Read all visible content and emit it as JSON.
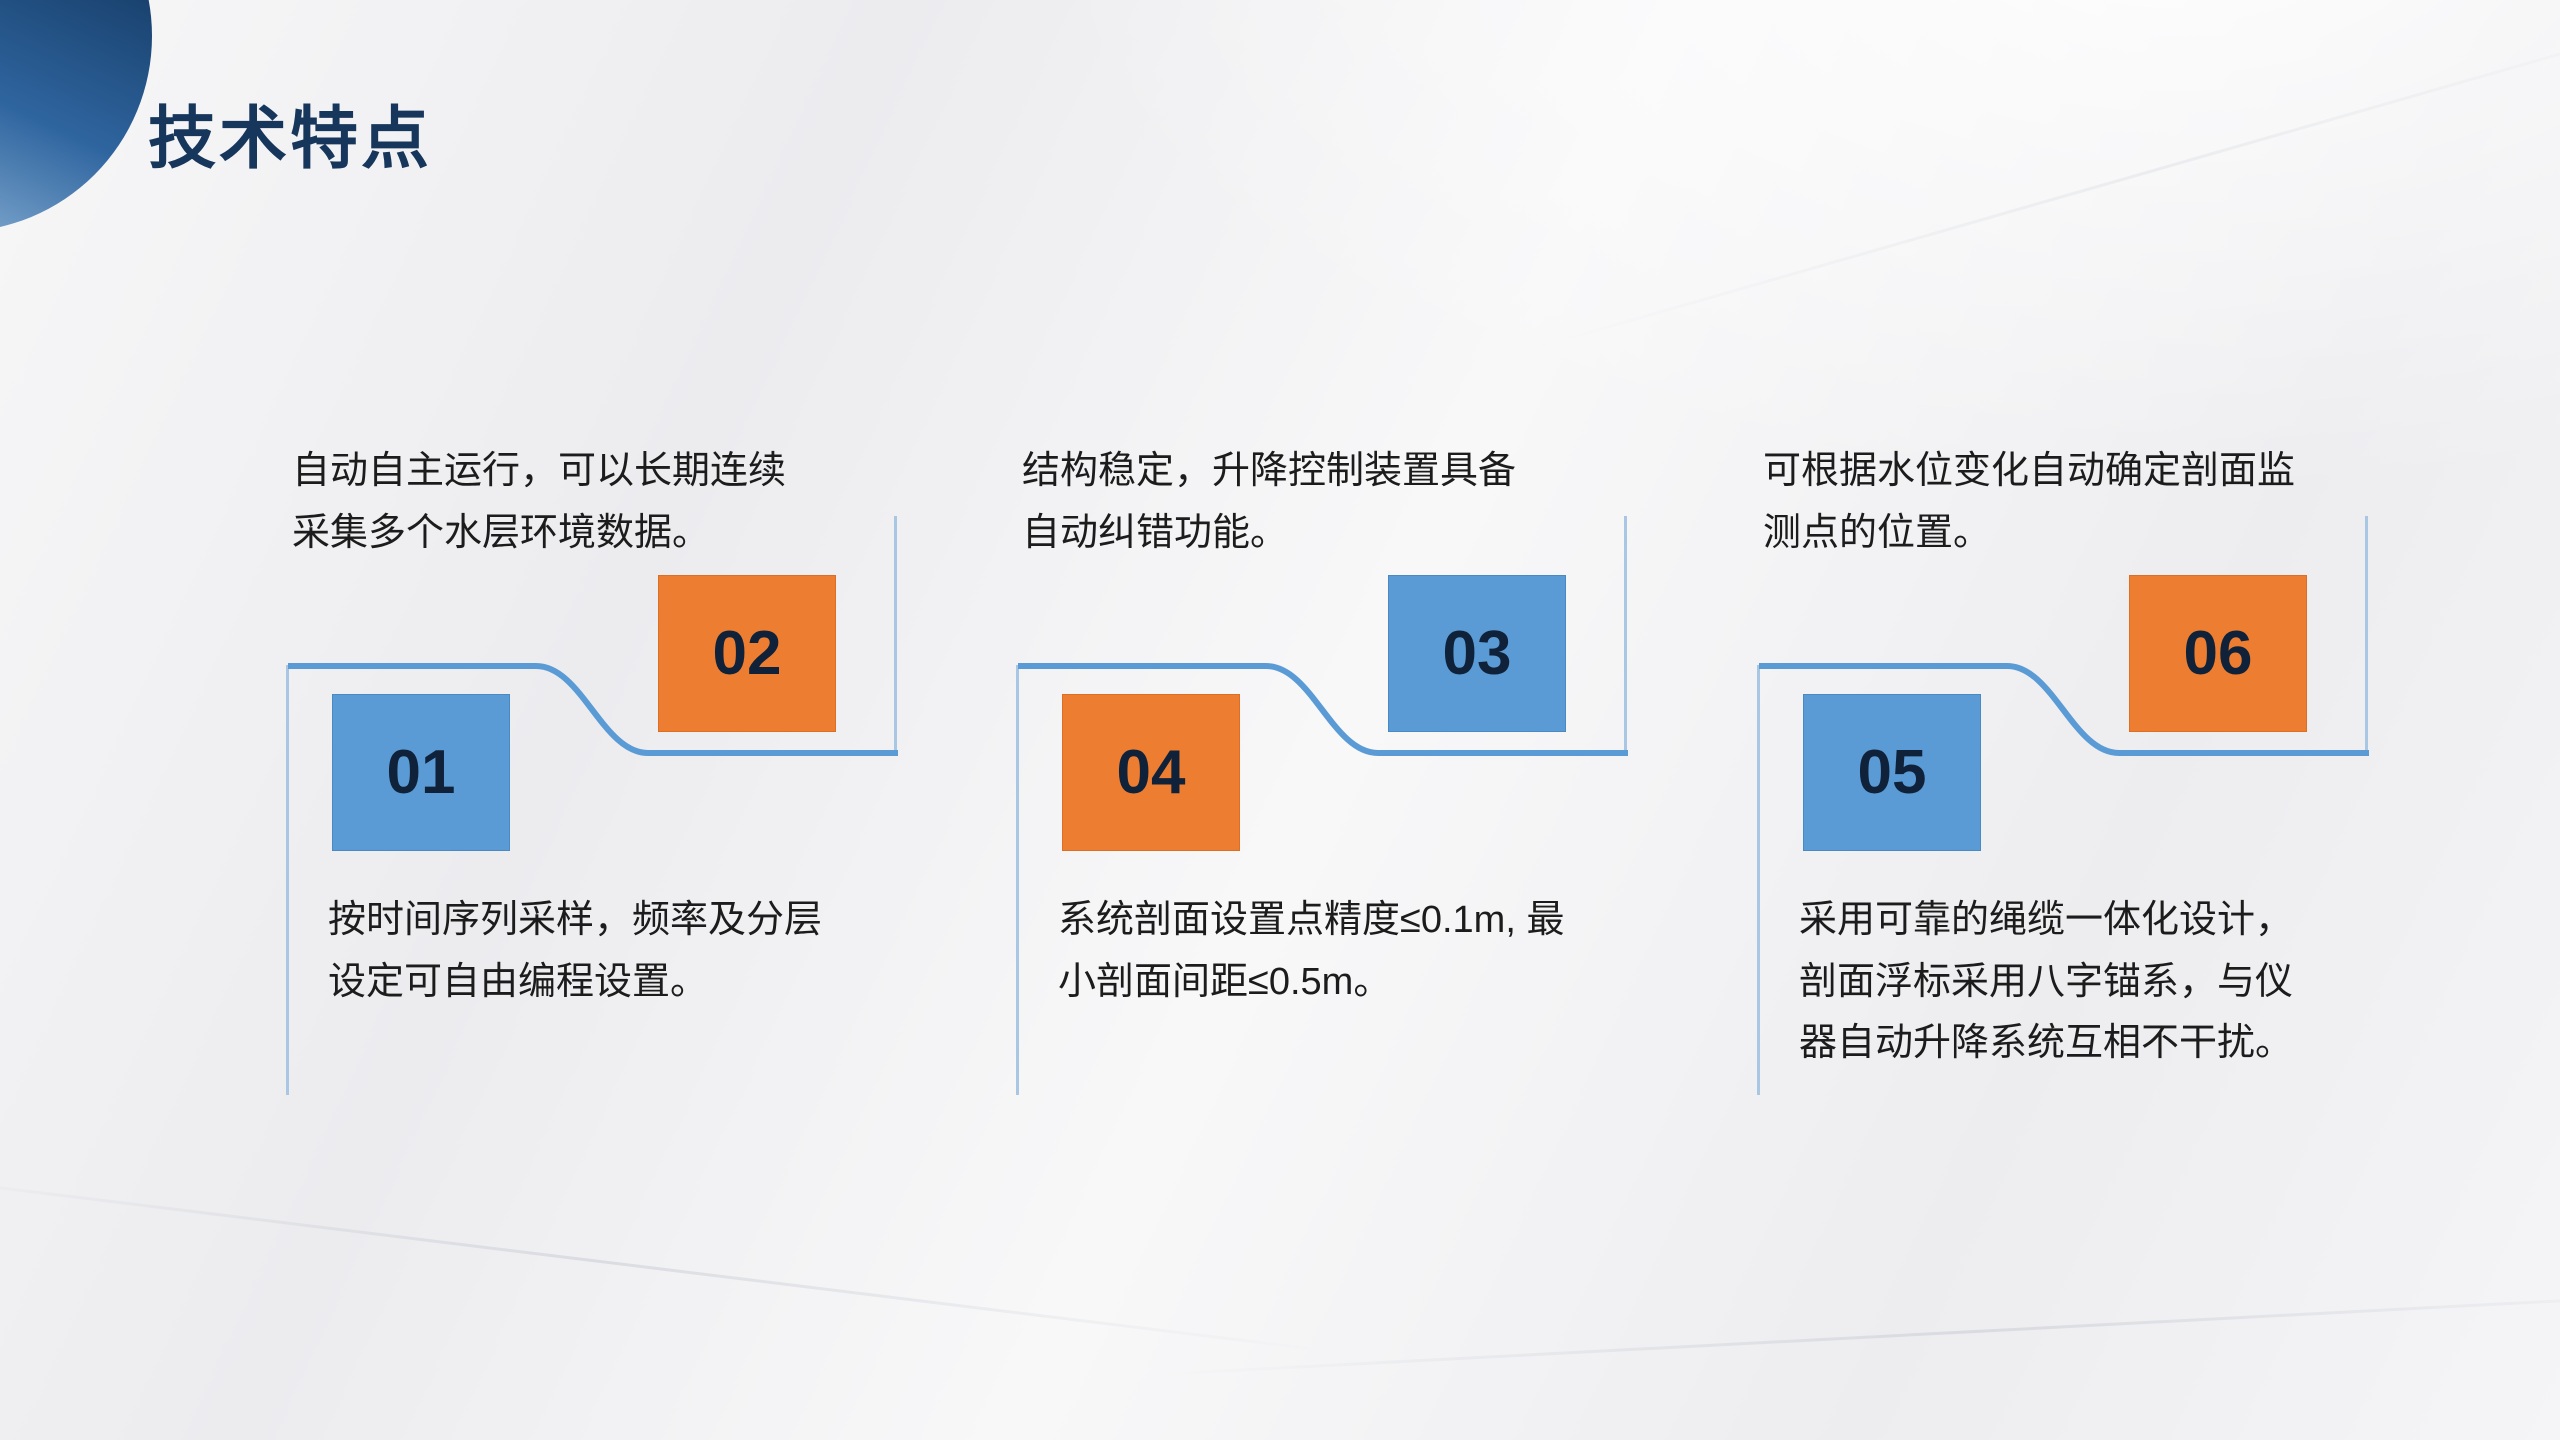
{
  "page_title": "技术特点",
  "colors": {
    "title_blue": "#16365C",
    "accent_blue": "#5B9BD5",
    "accent_orange": "#ED7D31",
    "connector_blue": "#5B9BD5",
    "accent_line_light_blue": "#A9C6E2",
    "number_text": "#0F2239",
    "body_text": "#1C1C1C",
    "background": "#F2F2F3"
  },
  "features": [
    {
      "top_text": "自动自主运行，可以长期连续\n采集多个水层环境数据。",
      "right_box": {
        "number": "02",
        "color": "orange"
      },
      "left_box": {
        "number": "01",
        "color": "blue"
      },
      "bottom_text": "按时间序列采样，频率及分层\n设定可自由编程设置。"
    },
    {
      "top_text": "结构稳定，升降控制装置具备\n自动纠错功能。",
      "right_box": {
        "number": "03",
        "color": "blue"
      },
      "left_box": {
        "number": "04",
        "color": "orange"
      },
      "bottom_text": "系统剖面设置点精度≤0.1m, 最\n小剖面间距≤0.5m。"
    },
    {
      "top_text": "可根据水位变化自动确定剖面监\n测点的位置。",
      "right_box": {
        "number": "06",
        "color": "orange"
      },
      "left_box": {
        "number": "05",
        "color": "blue"
      },
      "bottom_text": "采用可靠的绳缆一体化设计，\n剖面浮标采用八字锚系，与仪\n器自动升降系统互相不干扰。"
    }
  ]
}
